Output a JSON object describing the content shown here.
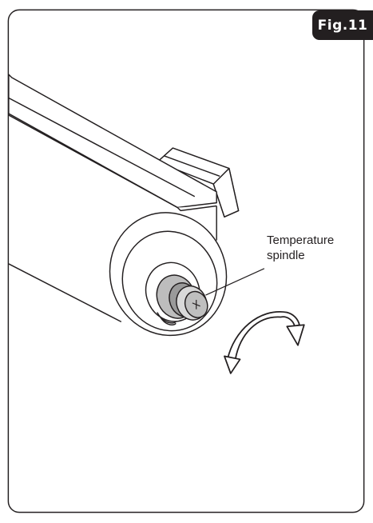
{
  "figure": {
    "label": "Fig.11",
    "callout_line1": "Temperature",
    "callout_line2": "spindle",
    "colors": {
      "ink": "#231f20",
      "badge": "#231f20",
      "spindle_gray": "#9a9a9a"
    }
  }
}
